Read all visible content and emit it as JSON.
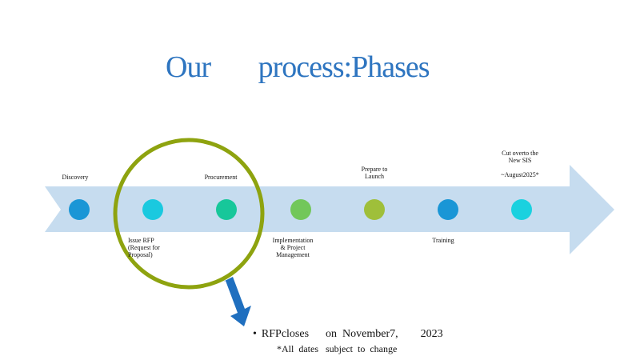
{
  "title": "Our       process:Phases",
  "phases": [
    {
      "above": "Discovery",
      "below": ""
    },
    {
      "above": "",
      "below": "Issue   RFP\n(Request     for\nProposal)"
    },
    {
      "above": "Procurement",
      "below": ""
    },
    {
      "above": "",
      "below": "Implementation\n& Project\nManagement"
    },
    {
      "above": "Prepare     to\nLaunch",
      "below": ""
    },
    {
      "above": "",
      "below": "Training"
    },
    {
      "above": "Cut   overto    the\nNew   SIS\n\n~August2025*",
      "below": ""
    }
  ],
  "note": {
    "bullet": "RFPcloses      on  November7,        2023",
    "subnote": "*All  dates   subject  to  change"
  },
  "colors": {
    "title": "#2e75c0",
    "arrow": "#c6dcef",
    "highlight_circle": "#8ea30f",
    "pointer_arrow": "#1f6fbf",
    "dots": [
      "#1a96d6",
      "#1ac9df",
      "#17c79a",
      "#72c75a",
      "#9fbf3a",
      "#1a96d6",
      "#1ad1df"
    ]
  }
}
